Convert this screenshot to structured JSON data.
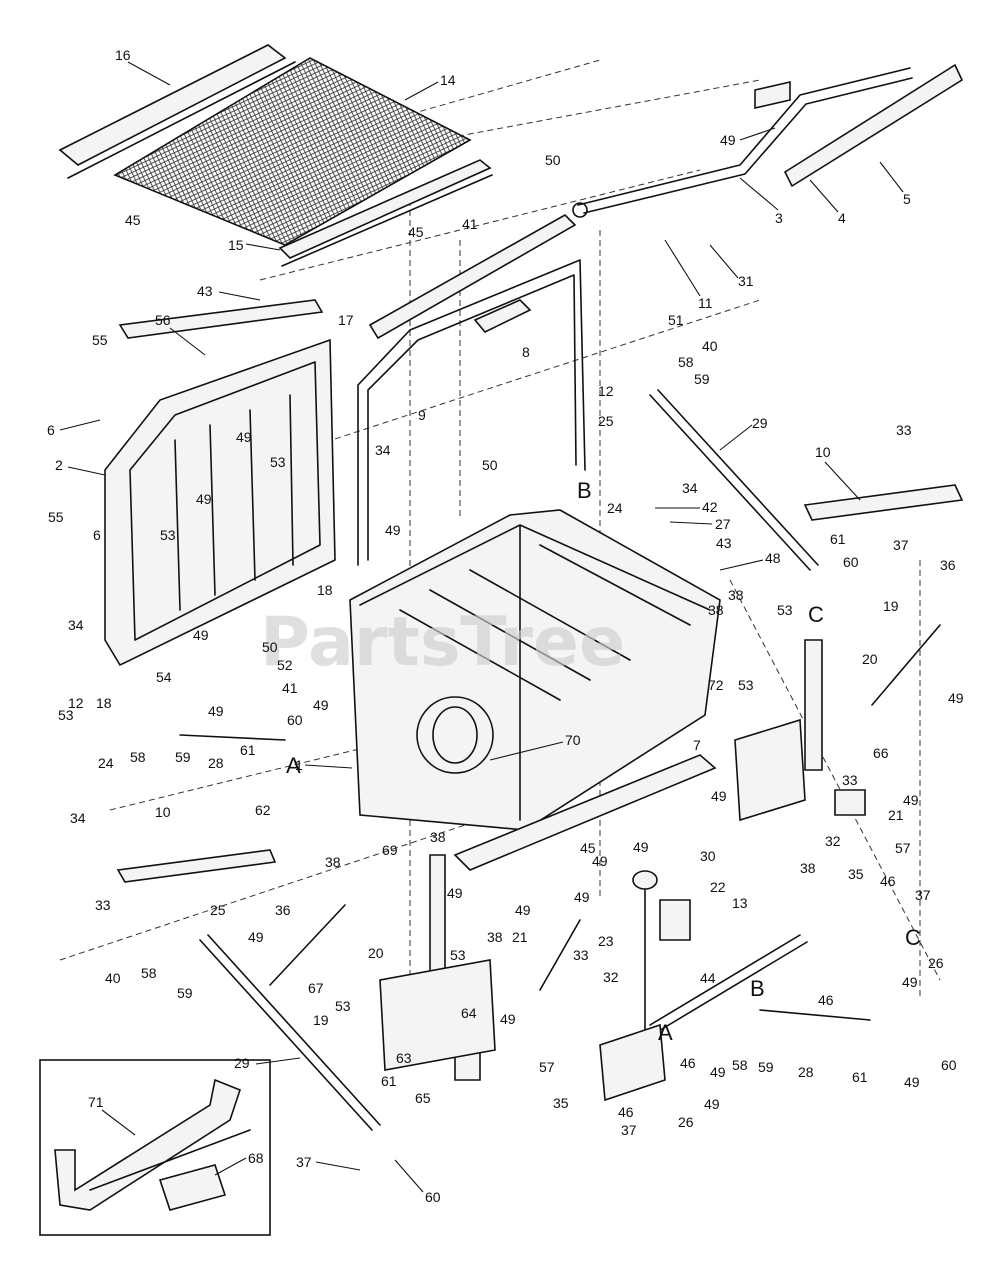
{
  "watermark": "PartsTree",
  "letters": {
    "a": "A",
    "b": "B",
    "c": "C"
  },
  "callouts": {
    "c1": "1",
    "c2": "2",
    "c3": "3",
    "c4": "4",
    "c5": "5",
    "c6": "6",
    "c7": "7",
    "c8": "8",
    "c9": "9",
    "c10": "10",
    "c11": "11",
    "c12": "12",
    "c13": "13",
    "c14": "14",
    "c15": "15",
    "c16": "16",
    "c17": "17",
    "c18": "18",
    "c19": "19",
    "c20": "20",
    "c21": "21",
    "c22": "22",
    "c23": "23",
    "c24": "24",
    "c25": "25",
    "c26": "26",
    "c27": "27",
    "c28": "28",
    "c29": "29",
    "c30": "30",
    "c31": "31",
    "c32": "32",
    "c33": "33",
    "c34": "34",
    "c35": "35",
    "c36": "36",
    "c37": "37",
    "c38": "38",
    "c40": "40",
    "c41": "41",
    "c42": "42",
    "c43": "43",
    "c44": "44",
    "c45": "45",
    "c46": "46",
    "c48": "48",
    "c49": "49",
    "c50": "50",
    "c51": "51",
    "c52": "52",
    "c53": "53",
    "c54": "54",
    "c55": "55",
    "c56": "56",
    "c57": "57",
    "c58": "58",
    "c59": "59",
    "c60": "60",
    "c61": "61",
    "c62": "62",
    "c63": "63",
    "c64": "64",
    "c65": "65",
    "c66": "66",
    "c67": "67",
    "c68": "68",
    "c69": "69",
    "c70": "70",
    "c71": "71",
    "c72": "72"
  }
}
